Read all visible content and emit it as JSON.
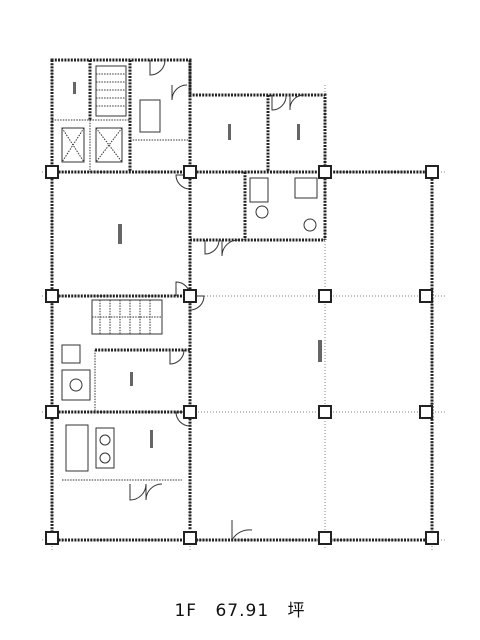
{
  "floor": "1F",
  "area_value": "67.91",
  "area_unit": "坪"
}
